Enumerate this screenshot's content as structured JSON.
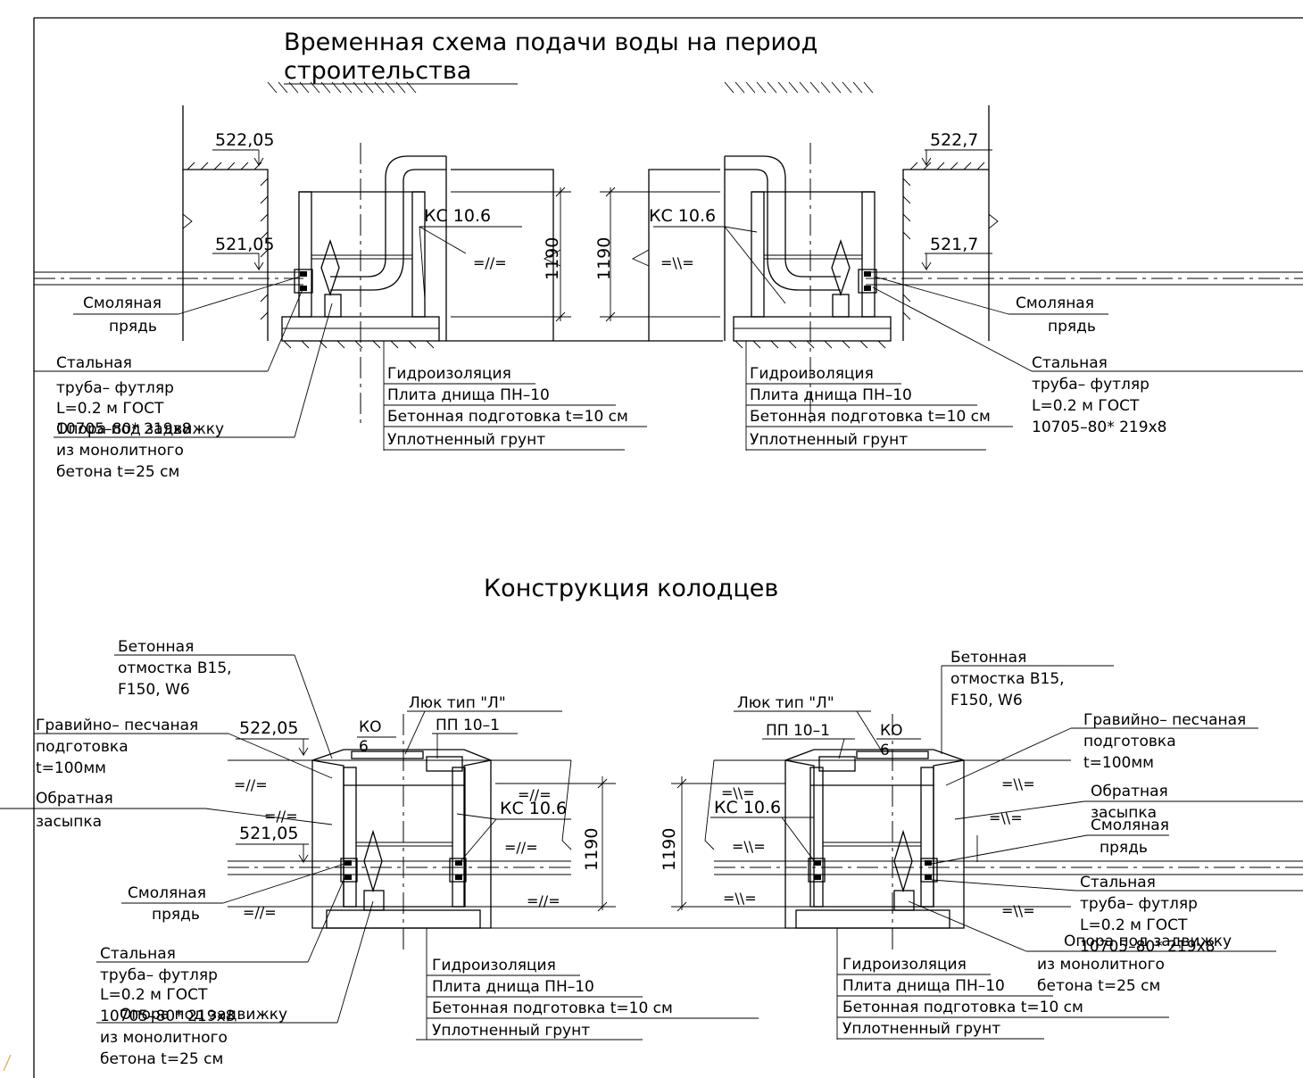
{
  "titles": {
    "top": [
      "Временная схема подачи воды на период",
      "строительства"
    ],
    "bottom": "Конструкция колодцев"
  },
  "top_left": {
    "elev1": "522,05",
    "elev2": "521,05",
    "ks": "КС 10.6",
    "dim": "1190",
    "resin": [
      "Смоляная",
      "прядь"
    ],
    "steel": [
      "Стальная",
      "труба– футляр",
      "L=0.2  м ГОСТ",
      "10705–80* 219х8"
    ],
    "support": [
      "Опора под задвижку",
      "из  монолитного",
      "бетона t=25  см"
    ],
    "layers": [
      "Гидроизоляция",
      "Плита днища ПН–10",
      "Бетонная подготовка t=10 см",
      "Уплотненный грунт"
    ]
  },
  "top_right": {
    "elev1": "522,7",
    "elev2": "521,7",
    "ks": "КС 10.6",
    "dim": "1190",
    "resin": [
      "Смоляная",
      "прядь"
    ],
    "steel": [
      "Стальная",
      "труба– футляр",
      "L=0.2  м ГОСТ",
      "10705–80* 219х8"
    ],
    "layers": [
      "Гидроизоляция",
      "Плита днища ПН–10",
      "Бетонная подготовка t=10 см",
      "Уплотненный грунт"
    ]
  },
  "bottom_left": {
    "concrete": [
      "Бетонная",
      "отмостка В15,",
      "F150,  W6"
    ],
    "hatch": "Люк тип \"Л\"",
    "pp": "ПП 10–1",
    "ko": [
      "КО",
      "6"
    ],
    "gravel": [
      "Гравийно– песчаная",
      "подготовка",
      "t=100мм"
    ],
    "elev1": "522,05",
    "elev2": "521,05",
    "backfill": [
      "Обратная",
      "засыпка"
    ],
    "ks": "КС 10.6",
    "dim": "1190",
    "resin": [
      "Смоляная",
      "прядь"
    ],
    "steel": [
      "Стальная",
      "труба– футляр",
      "L=0.2  м ГОСТ",
      "10705–80* 219х8"
    ],
    "support": [
      "Опора под задвижку",
      "из  монолитного",
      "бетона t=25  см"
    ],
    "layers": [
      "Гидроизоляция",
      "Плита днища ПН–10",
      "Бетонная подготовка t=10  см",
      "Уплотненный грунт"
    ],
    "soil": "=//="
  },
  "bottom_right": {
    "concrete": [
      "Бетонная",
      "отмостка В15,",
      "F150,  W6"
    ],
    "hatch": "Люк тип \"Л\"",
    "pp": "ПП 10–1",
    "ko": [
      "КО",
      "6"
    ],
    "gravel": [
      "Гравийно– песчаная",
      "подготовка",
      "t=100мм"
    ],
    "backfill": [
      "Обратная",
      "засыпка"
    ],
    "ks": "КС 10.6",
    "dim": "1190",
    "resin": [
      "Смоляная",
      "прядь"
    ],
    "steel": [
      "Стальная",
      "труба– футляр",
      "L=0.2  м ГОСТ",
      "10705–80* 219х8"
    ],
    "support": [
      "Опора под задвижку",
      "из  монолитного",
      "бетона t=25  см"
    ],
    "layers": [
      "Гидроизоляция",
      "Плита днища ПН–10",
      "Бетонная подготовка t=10  см",
      "Уплотненный грунт"
    ],
    "soil": "=\\\\="
  }
}
